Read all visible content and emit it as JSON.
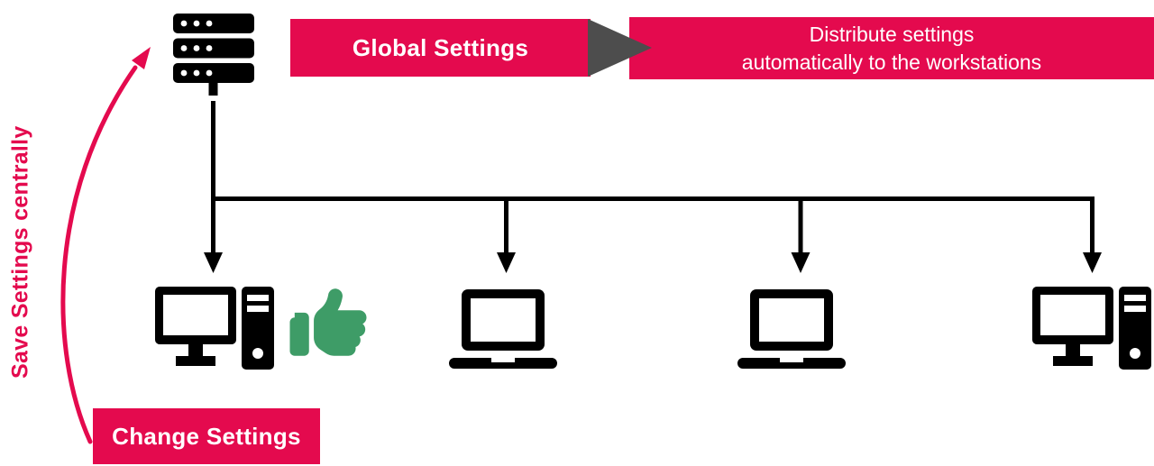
{
  "colors": {
    "accent": "#e40a4e",
    "arrow_gray": "#4d4d4d",
    "thumb_green": "#3e9c67",
    "ink": "#000000",
    "banner_text": "#ffffff"
  },
  "flow": {
    "global_settings_label": "Global Settings",
    "distribute_line1": "Distribute settings",
    "distribute_line2": "automatically to the workstations"
  },
  "side": {
    "save_label": "Save Settings centrally",
    "change_label": "Change Settings"
  },
  "icons": {
    "source": "server-icon",
    "flow_arrow": "right-triangle-arrow-icon",
    "feedback": "thumbs-up-icon",
    "workstations": [
      "desktop-computer-icon",
      "laptop-icon",
      "laptop-icon",
      "desktop-computer-icon"
    ]
  }
}
